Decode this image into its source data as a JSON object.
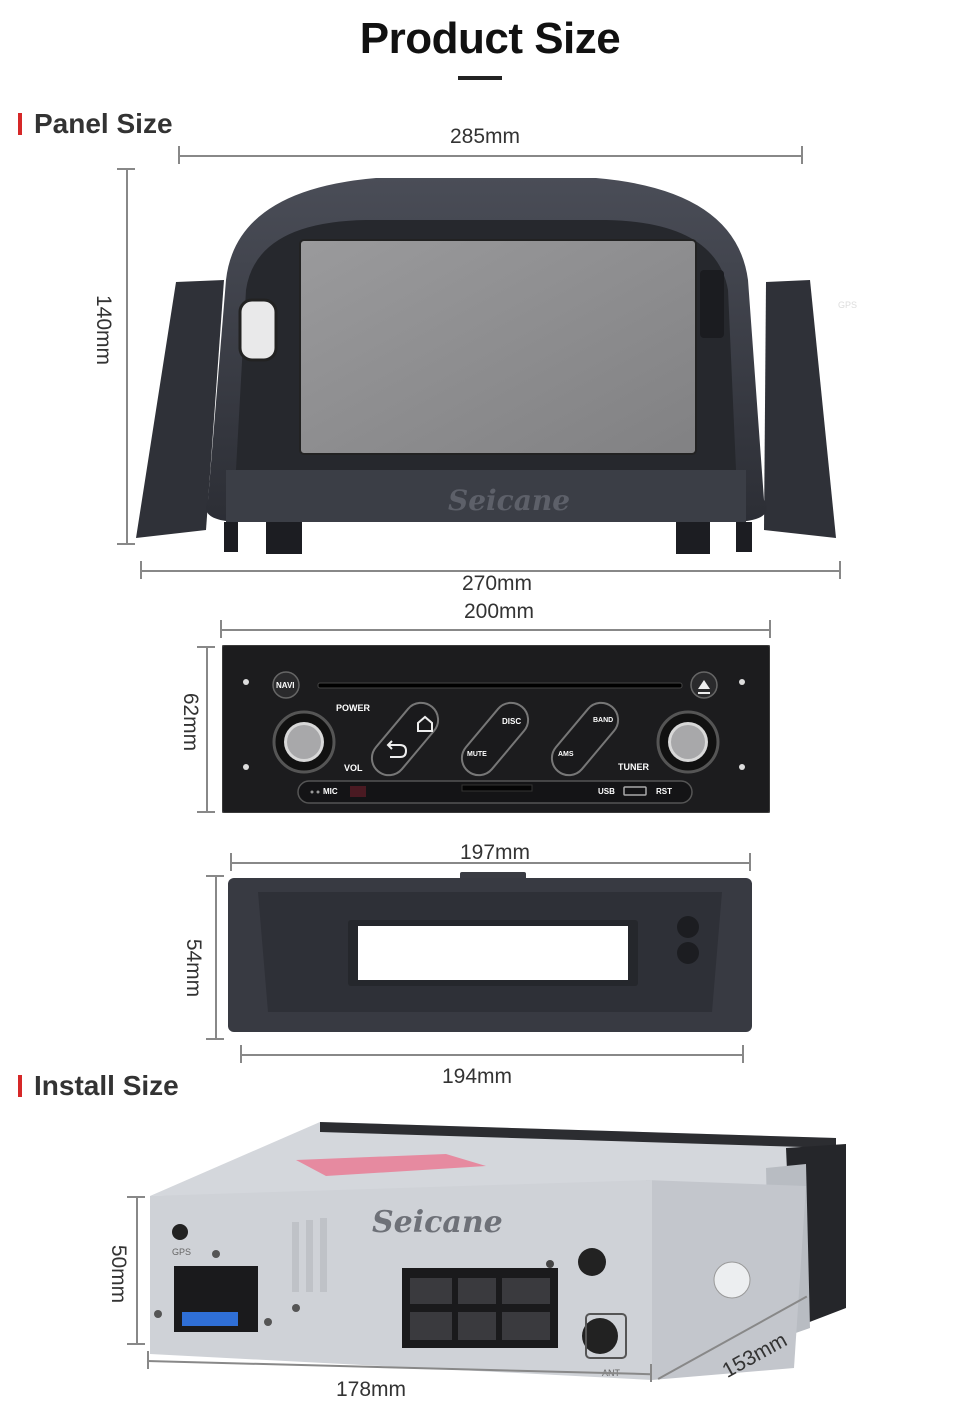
{
  "title": "Product Size",
  "sections": {
    "panel": "Panel Size",
    "install": "Install Size"
  },
  "panel": {
    "width_top": "285mm",
    "height": "140mm",
    "width_bottom": "270mm",
    "brand": "Seicane",
    "gps_label": "GPS"
  },
  "unit": {
    "width": "200mm",
    "height": "62mm",
    "buttons": {
      "navi": "NAVI",
      "power": "POWER",
      "vol": "VOL",
      "disc": "DISC",
      "mute": "MUTE",
      "band": "BAND",
      "ams": "AMS",
      "tuner": "TUNER",
      "mic": "MIC",
      "usb": "USB",
      "rst": "RST"
    }
  },
  "frame": {
    "width_top": "197mm",
    "height": "54mm",
    "width_bottom": "194mm"
  },
  "install": {
    "height": "50mm",
    "width": "178mm",
    "depth": "153mm",
    "brand": "Seicane",
    "gps_label": "GPS",
    "ant_label": "ANT"
  },
  "colors": {
    "accent": "#d62828",
    "panel_plastic": "#3c3f48",
    "screen": "#8e8e90",
    "unit_face": "#1c1c1e",
    "chassis": "#c9ccd1"
  }
}
